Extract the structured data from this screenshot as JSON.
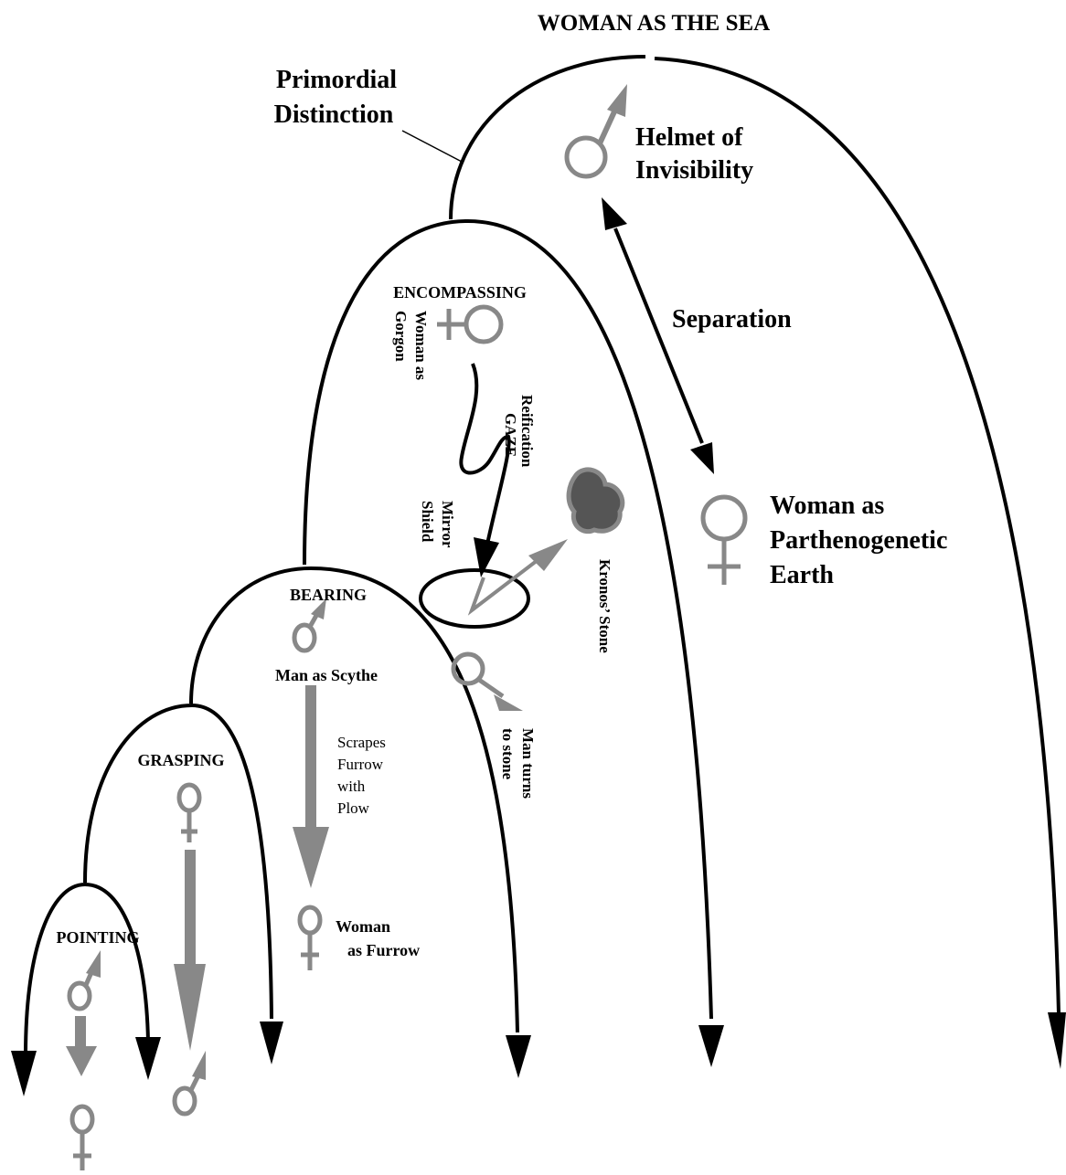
{
  "title": "WOMAN AS THE SEA",
  "labels": {
    "primordial_line1": "Primordial",
    "primordial_line2": "Distinction",
    "helmet_line1": "Helmet of",
    "helmet_line2": "Invisibility",
    "separation": "Separation",
    "earth_line1": "Woman as",
    "earth_line2": "Parthenogenetic",
    "earth_line3": "Earth",
    "encompassing": "ENCOMPASSING",
    "gorgon_line1": "Woman as",
    "gorgon_line2": "Gorgon",
    "reification_line1": "Reification",
    "reification_line2": "GAZE",
    "mirror_line1": "Mirror",
    "mirror_line2": "Shield",
    "kronos": "Kronos' Stone",
    "man_stone_line1": "Man turns",
    "man_stone_line2": "to stone",
    "bearing": "BEARING",
    "scythe": "Man as Scythe",
    "scrapes_line1": "Scrapes",
    "scrapes_line2": "Furrow",
    "scrapes_line3": "with",
    "scrapes_line4": "Plow",
    "furrow_line1": "Woman",
    "furrow_line2": "as Furrow",
    "grasping": "GRASPING",
    "pointing": "POINTING"
  },
  "colors": {
    "symbol_gray": "#888888",
    "line_black": "#000000",
    "stone_dark": "#555555"
  }
}
